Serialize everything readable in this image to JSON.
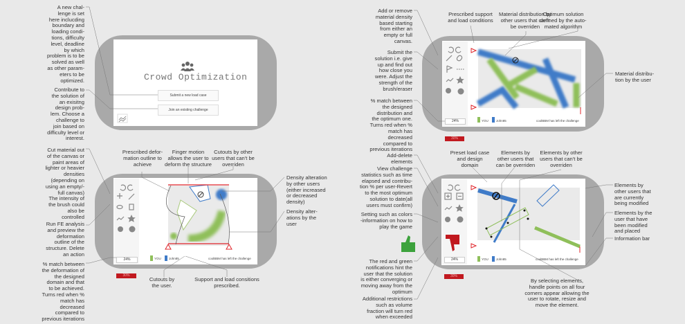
{
  "colors": {
    "you": "#8fbf5a",
    "other": "#3f7bc8",
    "support": "#e0242a",
    "alert": "#c1191f",
    "thumbs_up": "#3ca23c"
  },
  "panel1": {
    "title": "Crowd Optimization",
    "submit_button": "Submit a new load case",
    "join_button": "Join an existing challenge",
    "notes": [
      "A new chal-\nlenge is set\nhere inclucding\nboundary and\nloading condi-\ntions, difficulty\nlevel, deadline\nby which\nproblem is to be\nsolved as well\nas other param-\neters to be\noptimized.",
      "Contribute to\nthe solution of\nan exisitng\ndesign prob-\nlem. Choose a\nchallenge to\njoin based on\ndifficulty level or\ninterest."
    ]
  },
  "panel2": {
    "match": "24%",
    "match_bad": "30%",
    "legend_you": "YOU",
    "legend_other": "John85",
    "info": "coolBBM has left the challenge",
    "notes_left": [
      "Cut material out\nof the canvas or\npaint areas of\nlighter or heavier\ndensities\n(depending on\nusing an empty/-\nfull canvas)\nThe intensity of\nthe brush could\nalso be\ncontrolled",
      "Run FE analysis\nand preview the\ndeformation\noutline of the\nstructure. Delete\nan action",
      "% match between\nthe deformation of\nthe designed\ndomain and that\nto be achieved.\nTurns red when %\nmatch has\ndecreased\ncompared to\nprevious iterations"
    ],
    "notes_top": [
      "Prescribed defor-\nmation outline to\nachieve",
      "Finger motion\nallows the user to\ndeform the structure",
      "Cutouts by other\nusers that can't be\noverriden"
    ],
    "notes_right": [
      "Density alteration\nby other users\n(either increased\nor decreased\ndensity)",
      "Density alter-\nations by the\nuser"
    ],
    "notes_bottom": [
      "Cutouts by\nthe user.",
      "Support and load consitions\nprescribed."
    ]
  },
  "panel3": {
    "match": "24%",
    "match_bad": "30%",
    "legend_you": "YOU",
    "legend_other": "John85",
    "info": "coolBBM has left the challenge",
    "notes_left": [
      "Add or remove\nmaterial density\nbased starting\nfrom either an\nempty or full\ncanvas.",
      "Submit the\nsolution i.e. give\nup and find out\nhow close you\nwere. Adjust the\nstrength of the\nbrush/eraser",
      "% match between\nthe designed\ndistribution and\nthe optimum one.\nTurns red when %\nmatch has\ndecreased\ncompared to\nprevious iterations"
    ],
    "notes_top": [
      "Prescribed support\nand load conditions",
      "Material distribution by\nother users that can't\nbe overriden",
      "Optimum solution\ndefined by the auto-\nmated algorithm"
    ],
    "notes_right": [
      "Material distribu-\ntion by the user"
    ]
  },
  "panel4": {
    "match": "24%",
    "match_bad": "30%",
    "legend_you": "YOU",
    "legend_other": "John85",
    "info": "coolBBM has left the challenge",
    "notes_left": [
      "Add-delete\nelements",
      "View challenge\nstatistics such as time\nelapsed and contribu-\ntion % per user-Revert\nto the most optimum\nsolution to date(all\nusers must confirm)",
      "Setting such as colors\n-information on how to\nplay the game",
      "The red and green\nnotifications hint the\nuser that the solution\nis either converging or\nmoving away from the\noptimum",
      "Additional restrictions\nsuch as volume\nfraction will turn red\nwhen exceeded"
    ],
    "notes_top": [
      "Preset load case\nand design\ndomain",
      "Elements by\nother users that\ncan be overriden",
      "Elements by other\nusers that can't be\noverriden"
    ],
    "notes_right": [
      "Elements by\nother users that\nare currently\nbeing modified",
      "Elements by the\nuser that have\nbeen modified\nand placed",
      "Information bar"
    ],
    "notes_bottom": [
      "By selecting elements,\nhandle points on all four\ncorners appear allowing the\nuser to rotate, resize and\nmove the element."
    ]
  }
}
